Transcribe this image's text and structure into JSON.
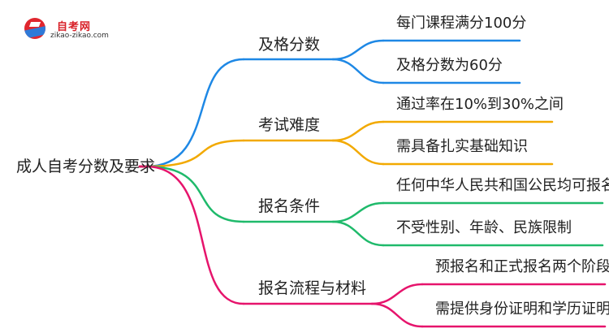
{
  "logo": {
    "name": "自考网",
    "url": "zikao-zikao.com"
  },
  "root": {
    "label": "成人自考分数及要求",
    "color": "#d81b60"
  },
  "branches": [
    {
      "label": "及格分数",
      "color": "#1e88e5",
      "leaves": [
        "每门课程满分100分",
        "及格分数为60分"
      ]
    },
    {
      "label": "考试难度",
      "color": "#f2a900",
      "leaves": [
        "通过率在10%到30%之间",
        "需具备扎实基础知识"
      ]
    },
    {
      "label": "报名条件",
      "color": "#1fba6b",
      "leaves": [
        "任何中华人民共和国公民均可报名",
        "不受性别、年龄、民族限制"
      ]
    },
    {
      "label": "报名流程与材料",
      "color": "#e6146c",
      "leaves": [
        "预报名和正式报名两个阶段",
        "需提供身份证明和学历证明"
      ]
    }
  ]
}
